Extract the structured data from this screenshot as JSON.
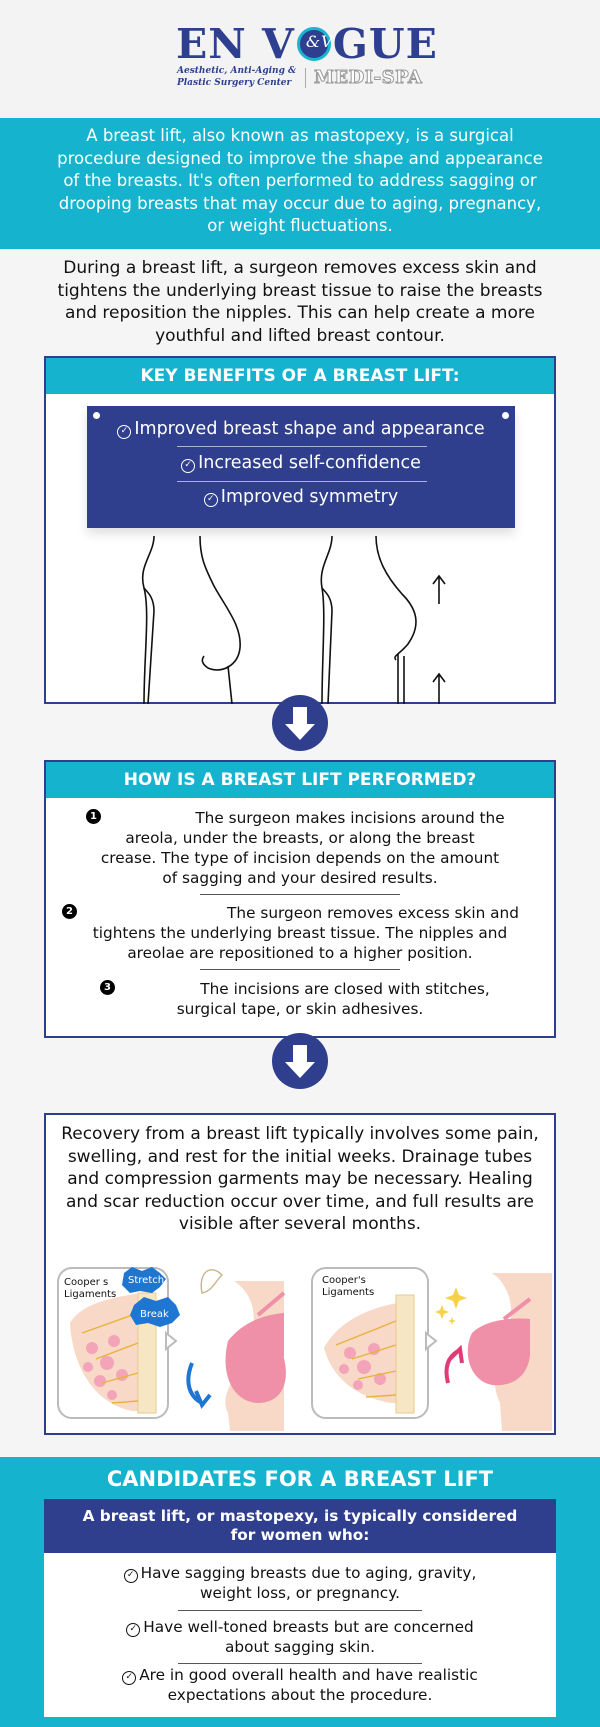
{
  "brand": {
    "name_left": "EN V",
    "monogram": "&V",
    "name_right": "GUE",
    "tagline_line1": "Aesthetic, Anti-Aging &",
    "tagline_line2": "Plastic Surgery Center",
    "medi_spa": "MEDI-SPA"
  },
  "intro": "A breast lift, also known as mastopexy, is a surgical procedure designed to improve the shape and appearance of the breasts. It's often performed to address sagging or drooping breasts that may occur due to aging, pregnancy, or weight fluctuations.",
  "during": "During a breast lift, a surgeon removes excess skin and tightens the underlying breast tissue to raise the breasts and reposition the nipples. This can help create a more youthful and lifted breast contour.",
  "benefits": {
    "title": "KEY BENEFITS OF A BREAST LIFT:",
    "items": [
      "Improved breast shape and appearance",
      "Increased self-confidence",
      "Improved symmetry"
    ]
  },
  "procedure": {
    "title": "HOW IS A BREAST LIFT PERFORMED?",
    "steps": [
      {
        "number": "1",
        "lines": [
          "The surgeon makes incisions around the",
          "areola, under the breasts, or along the breast",
          "crease. The type of incision depends on the amount",
          "of sagging and your desired results."
        ]
      },
      {
        "number": "2",
        "lines": [
          "The surgeon removes excess skin and",
          "tightens the underlying breast tissue. The nipples and",
          "areolae are repositioned to a higher position."
        ]
      },
      {
        "number": "3",
        "lines": [
          "The incisions are closed with stitches,",
          "surgical tape, or skin adhesives."
        ]
      }
    ]
  },
  "recovery": "Recovery from a breast lift typically involves some pain, swelling, and rest for the initial weeks. Drainage tubes and compression garments may be necessary. Healing and scar reduction occur over time, and full results are visible after several months.",
  "illustration": {
    "left_label_line1": "Cooper s",
    "left_label_line2": "Ligaments",
    "stretch": "Stretch",
    "break": "Break",
    "right_label_line1": "Cooper's",
    "right_label_line2": "Ligaments"
  },
  "candidates": {
    "title": "CANDIDATES FOR A BREAST LIFT",
    "intro_line1": "A breast lift, or mastopexy, is typically considered",
    "intro_line2": "for women who:",
    "items": [
      {
        "line1": "Have sagging breasts due to aging, gravity,",
        "line2": "weight loss, or pregnancy."
      },
      {
        "line1": "Have well-toned breasts but are concerned",
        "line2": "about sagging skin."
      },
      {
        "line1": "Are in good overall health and have realistic",
        "line2": "expectations about the procedure."
      }
    ]
  },
  "colors": {
    "teal": "#16b3cf",
    "navy": "#2f3f8e",
    "skin": "#f8d8c6",
    "pink": "#ef8fa8"
  }
}
